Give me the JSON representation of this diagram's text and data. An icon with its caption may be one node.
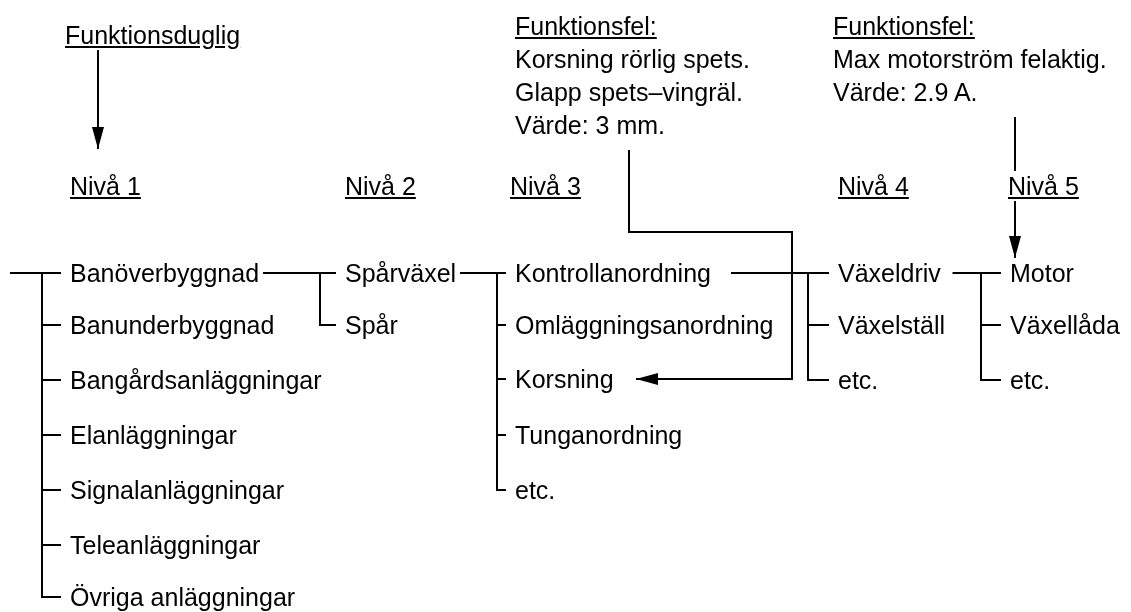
{
  "diagram": {
    "nodes": [
      {
        "text": [
          "Funktionsduglig"
        ]
      },
      {
        "text": [
          "Nivå 1"
        ]
      },
      {
        "text": [
          "Funktionsfel:",
          "Korsning rörlig spets.",
          "Glapp spets–vingräl.",
          "Värde: 3 mm."
        ]
      },
      {
        "text": [
          "Funktionsfel:",
          "Max motorström felaktig.",
          "Värde: 2.9 A."
        ]
      },
      {
        "text": [
          "Banöverbyggnad"
        ]
      },
      {
        "text": [
          "Banunderbyggnad"
        ]
      },
      {
        "text": [
          "Bangårdsanläggningar"
        ]
      },
      {
        "text": [
          "Elanläggningar"
        ]
      },
      {
        "text": [
          "Signalanläggningar"
        ]
      },
      {
        "text": [
          "Teleanläggningar"
        ]
      },
      {
        "text": [
          "Övriga anläggningar"
        ]
      },
      {
        "text": [
          "Spårväxel"
        ]
      },
      {
        "text": [
          "Spår"
        ]
      },
      {
        "text": [
          "Kontrollanordning"
        ]
      },
      {
        "text": [
          "Omläggningsanordning"
        ]
      },
      {
        "text": [
          "Korsning"
        ]
      },
      {
        "text": [
          "Tunganordning"
        ]
      },
      {
        "text": [
          "etc."
        ]
      },
      {
        "text": [
          "Växeldriv"
        ]
      },
      {
        "text": [
          "Växelställ"
        ]
      },
      {
        "text": [
          "etc."
        ]
      },
      {
        "text": [
          "Motor"
        ]
      },
      {
        "text": [
          "Växellåda"
        ]
      },
      {
        "text": [
          "etc."
        ]
      }
    ],
    "edges": [
      {
        "from": 0,
        "to": 1,
        "arrow": "to"
      },
      {
        "from": 2,
        "to": 15,
        "arrow": "to"
      },
      {
        "from": 3,
        "to": 21,
        "arrow": "to"
      },
      {
        "from": null,
        "to": 4,
        "arrow": "none"
      },
      {
        "from": null,
        "to": 5,
        "arrow": "none"
      },
      {
        "from": null,
        "to": 6,
        "arrow": "none"
      },
      {
        "from": null,
        "to": 7,
        "arrow": "none"
      },
      {
        "from": null,
        "to": 8,
        "arrow": "none"
      },
      {
        "from": null,
        "to": 9,
        "arrow": "none"
      },
      {
        "from": null,
        "to": 10,
        "arrow": "none"
      },
      {
        "from": 4,
        "to": 11,
        "arrow": "none"
      },
      {
        "from": 4,
        "to": 12,
        "arrow": "none"
      },
      {
        "from": 11,
        "to": 13,
        "arrow": "none"
      },
      {
        "from": 11,
        "to": 14,
        "arrow": "none"
      },
      {
        "from": 11,
        "to": 15,
        "arrow": "none"
      },
      {
        "from": 11,
        "to": 16,
        "arrow": "none"
      },
      {
        "from": 11,
        "to": 17,
        "arrow": "none"
      },
      {
        "from": 13,
        "to": 18,
        "arrow": "none"
      },
      {
        "from": 13,
        "to": 19,
        "arrow": "none"
      },
      {
        "from": 13,
        "to": 20,
        "arrow": "none"
      },
      {
        "from": 18,
        "to": 21,
        "arrow": "none"
      },
      {
        "from": 18,
        "to": 22,
        "arrow": "none"
      },
      {
        "from": 18,
        "to": 23,
        "arrow": "none"
      }
    ],
    "labels": [
      "Nivå 2",
      "Nivå 3",
      "Nivå 4",
      "Nivå 5"
    ]
  }
}
